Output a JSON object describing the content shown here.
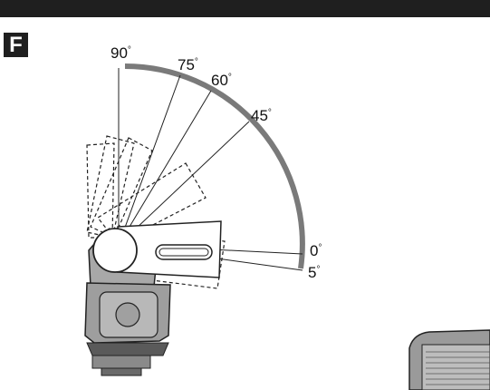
{
  "section_letter": "F",
  "angle_labels": {
    "a90": "90",
    "a75": "75",
    "a60": "60",
    "a45": "45",
    "a0": "0",
    "a5": "5",
    "degree_symbol": "°"
  },
  "colors": {
    "bar": "#1f1f1f",
    "arc": "#7a7a7a",
    "flash_body": "#a8a8a8",
    "flash_dark": "#5a5a5a"
  }
}
